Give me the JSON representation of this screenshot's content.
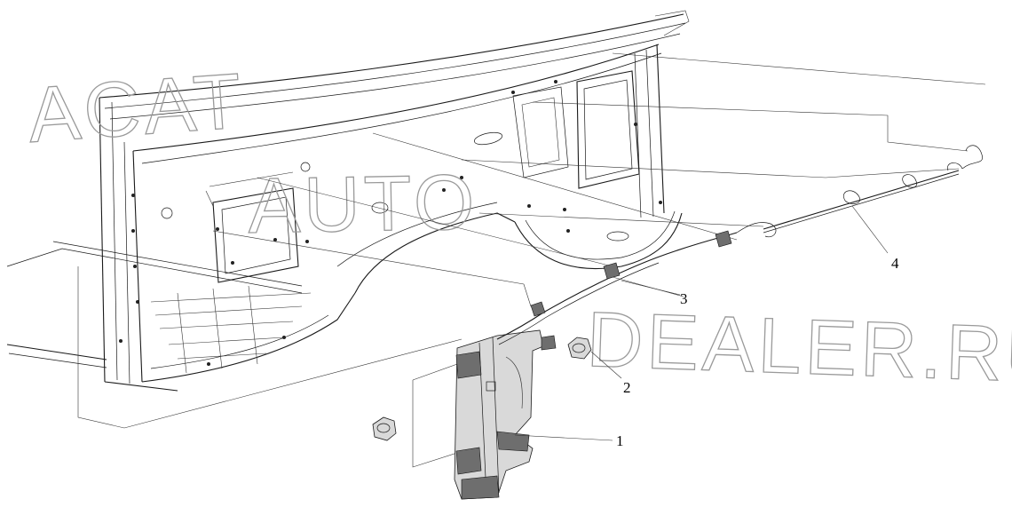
{
  "watermark": {
    "line1": "ACAT",
    "line2": "AUTO",
    "line3": "DEALER.RU"
  },
  "callouts": [
    {
      "id": "1",
      "label": "1"
    },
    {
      "id": "2",
      "label": "2"
    },
    {
      "id": "3",
      "label": "3"
    },
    {
      "id": "4",
      "label": "4"
    }
  ]
}
